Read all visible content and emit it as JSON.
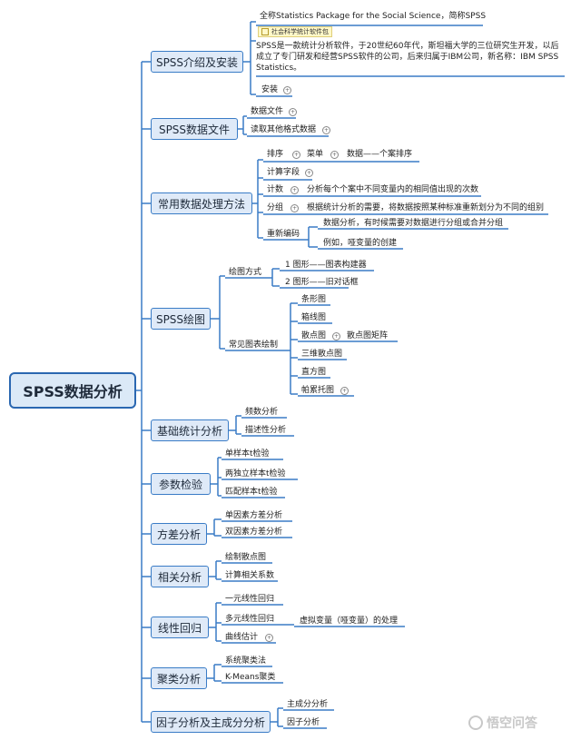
{
  "root": "SPSS数据分析",
  "branches": [
    "SPSS介绍及安装",
    "SPSS数据文件",
    "常用数据处理方法",
    "SPSS绘图",
    "基础统计分析",
    "参数检验",
    "方差分析",
    "相关分析",
    "线性回归",
    "聚类分析",
    "因子分析及主成分分析"
  ],
  "intro": {
    "fullname": "全称Statistics Package for the Social Science，简称SPSS",
    "tag": "社会科学统计软件包",
    "note": "SPSS是一款统计分析软件，于20世纪60年代，斯坦福大学的三位研究生开发，以后成立了专门研发和经营SPSS软件的公司，后来归属于IBM公司，新名称：IBM SPSS Statistics。",
    "install": "安装"
  },
  "datafile": [
    "数据文件",
    "读取其他格式数据"
  ],
  "processing": {
    "sort": "排序",
    "menu": "菜单",
    "sort_desc": "数据——个案排序",
    "compute": "计算字段",
    "count": "计数",
    "count_desc": "分析每个个案中不同变量内的相同值出现的次数",
    "group": "分组",
    "group_desc": "根据统计分析的需要，将数据按照某种标准重新划分为不同的组别",
    "recode": "重新编码",
    "recode_desc1": "数据分析，有时候需要对数据进行分组或合并分组",
    "recode_desc2": "例如，哑变量的创建"
  },
  "plotting": {
    "method": "绘图方式",
    "method_items": [
      "1 图形——图表构建器",
      "2 图形——旧对话框"
    ],
    "common": "常见图表绘制",
    "charts": [
      "条形图",
      "箱线图",
      "散点图",
      "三维散点图",
      "直方图",
      "帕累托图"
    ],
    "scatter_matrix": "散点图矩阵"
  },
  "basic": [
    "频数分析",
    "描述性分析"
  ],
  "param": [
    "单样本t检验",
    "两独立样本t检验",
    "匹配样本t检验"
  ],
  "anova": [
    "单因素方差分析",
    "双因素方差分析"
  ],
  "corr": [
    "绘制散点图",
    "计算相关系数"
  ],
  "regression": {
    "simple": "一元线性回归",
    "multi": "多元线性回归",
    "dummy": "虚拟变量（哑变量）的处理",
    "curve": "曲线估计"
  },
  "cluster": [
    "系统聚类法",
    "K-Means聚类"
  ],
  "factor": [
    "主成分分析",
    "因子分析"
  ],
  "watermark": "悟空问答",
  "colors": {
    "line": "#3a7cc6",
    "box_border": "#3a7cc6",
    "box_fill": "#dfeaf8",
    "note_tag": "#fff8c8"
  }
}
